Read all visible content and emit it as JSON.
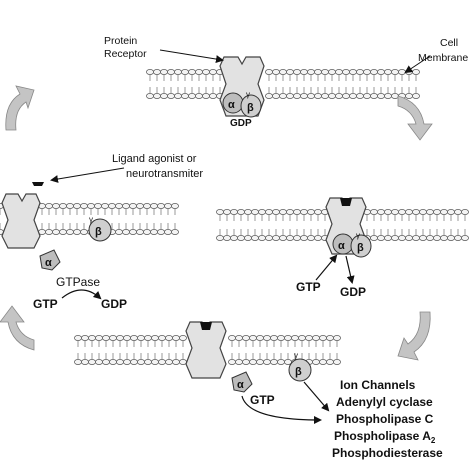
{
  "labels": {
    "protein_receptor_line1": "Protein",
    "protein_receptor_line2": "Receptor",
    "cell_membrane_line1": "Cell",
    "cell_membrane_line2": "Membrane",
    "ligand_line1": "Ligand  agonist or",
    "ligand_line2": "neurotransmiter",
    "alpha": "α",
    "beta": "β",
    "gamma": "γ",
    "gdp": "GDP",
    "gtp": "GTP",
    "gtpase": "GTPase"
  },
  "effectors": {
    "ion_channels": "Ion Channels",
    "adenylyl_cyclase": "Adenylyl cyclase",
    "phospholipase_c": "Phospholipase C",
    "phospholipase_a2": "Phospholipase A",
    "phospholipase_a2_sub": "2",
    "phosphodiesterase": "Phosphodiesterase"
  },
  "colors": {
    "membrane_head": "#f4f4f4",
    "membrane_stroke": "#555555",
    "receptor_fill": "#e2e2e2",
    "receptor_stroke": "#444444",
    "subunit_fill": "#bdbdbd",
    "arrow_fill": "#c4c4c4",
    "ligand_fill": "#111111"
  }
}
